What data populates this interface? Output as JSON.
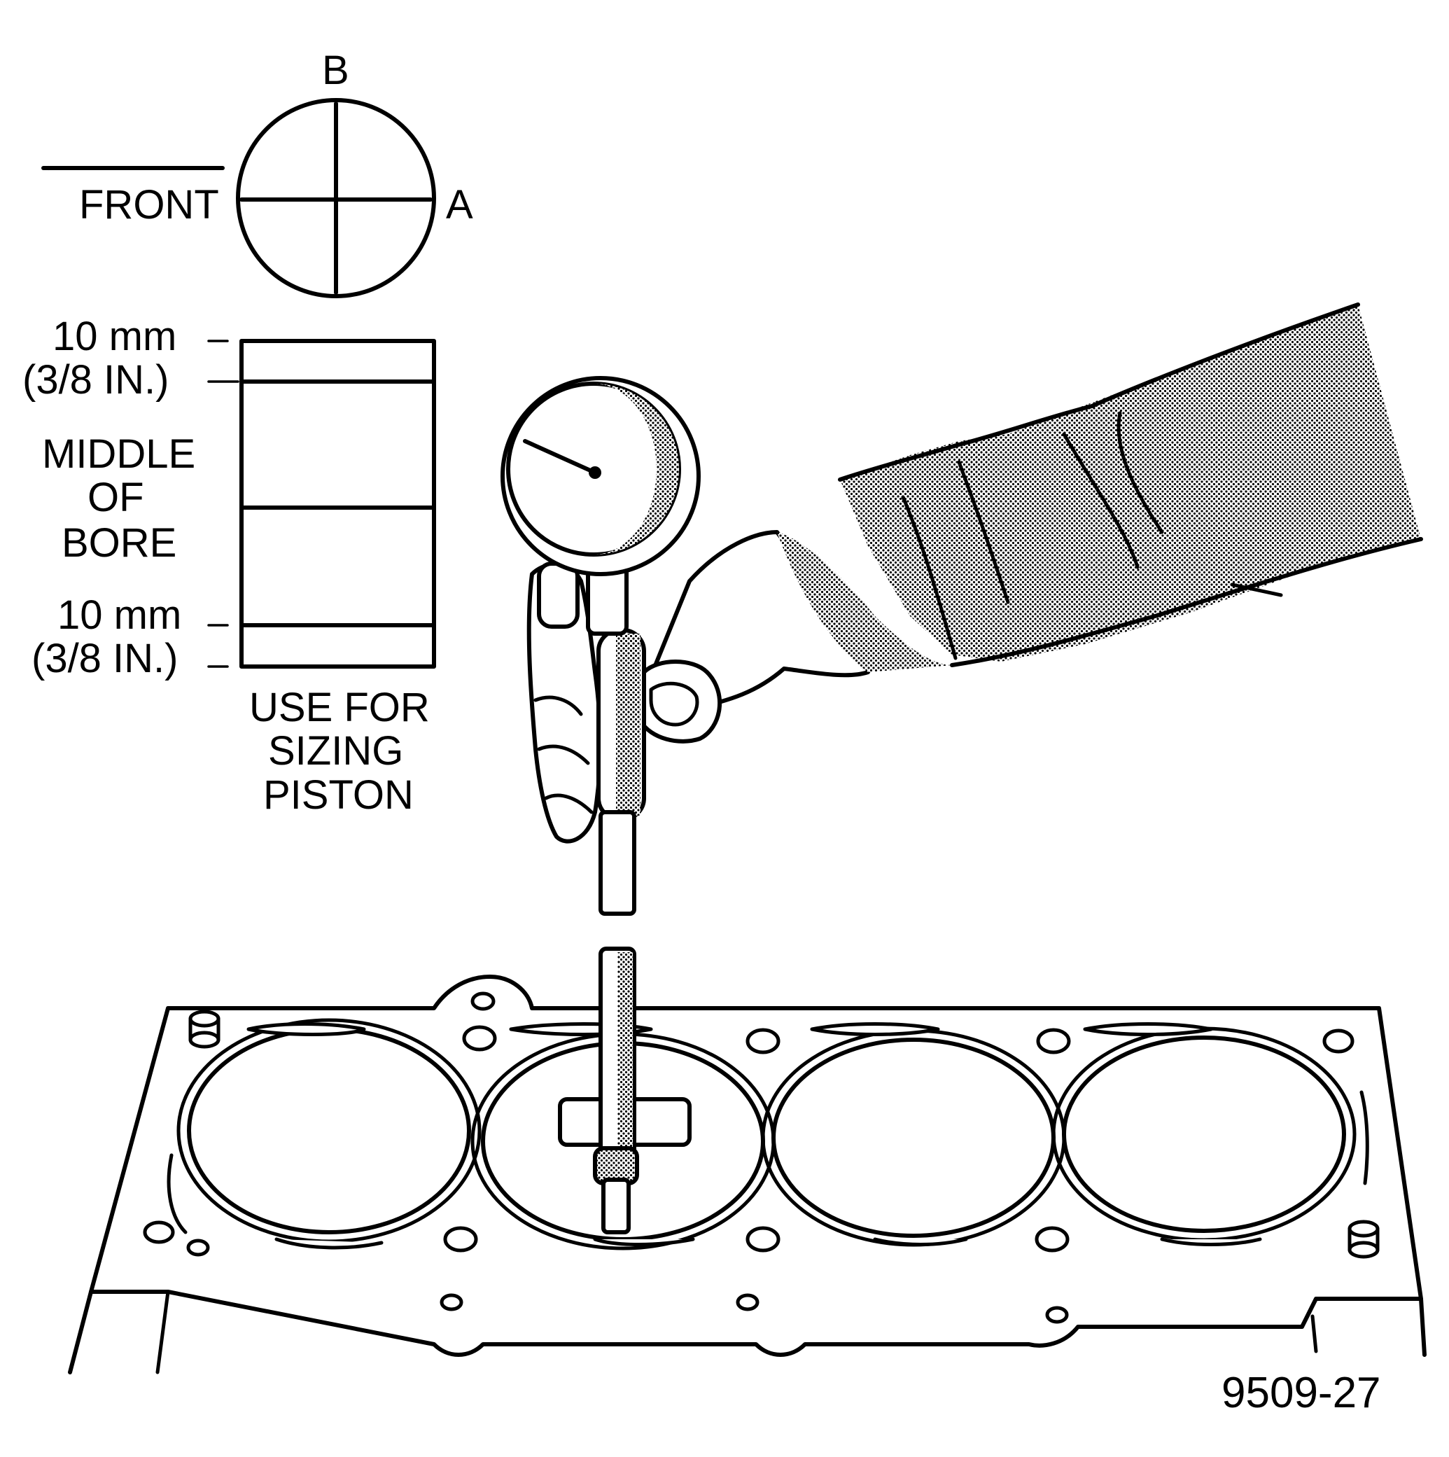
{
  "labels": {
    "front": "FRONT",
    "a": "A",
    "b": "B",
    "top_measure_mm": "10 mm",
    "top_measure_in": "(3/8 IN.)",
    "middle_line1": "MIDDLE",
    "middle_line2": "OF",
    "middle_line3": "BORE",
    "bottom_measure_mm": "10 mm",
    "bottom_measure_in": "(3/8 IN.)",
    "use_line1": "USE FOR",
    "use_line2": "SIZING",
    "use_line3": "PISTON",
    "figure_number": "9509-27"
  }
}
